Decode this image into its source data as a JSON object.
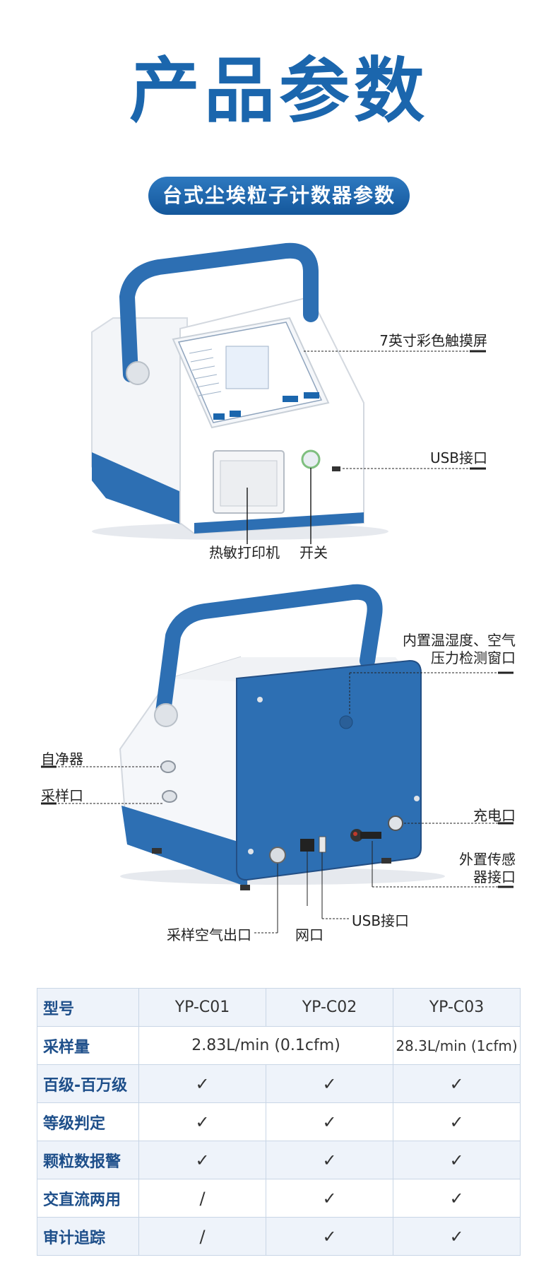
{
  "page_title": "产品参数",
  "subtitle": "台式尘埃粒子计数器参数",
  "front_labels": {
    "touchscreen": "7英寸彩色触摸屏",
    "usb": "USB接口",
    "printer": "热敏打印机",
    "power_switch": "开关"
  },
  "rear_labels": {
    "sensor_window_line1": "内置温湿度、空气",
    "sensor_window_line2": "压力检测窗口",
    "self_purifier": "自净器",
    "sampling_port": "采样口",
    "charge_port": "充电口",
    "ext_sensor_line1": "外置传感",
    "ext_sensor_line2": "器接口",
    "usb": "USB接口",
    "exhaust": "采样空气出口",
    "network": "网口"
  },
  "spec_table": {
    "header": {
      "label": "型号",
      "models": [
        "YP-C01",
        "YP-C02",
        "YP-C03"
      ]
    },
    "flow": {
      "label": "采样量",
      "c01_c02": "2.83L/min (0.1cfm)",
      "c03": "28.3L/min (1cfm)"
    },
    "rows": [
      {
        "label": "百级-百万级",
        "values": [
          "✓",
          "✓",
          "✓"
        ]
      },
      {
        "label": "等级判定",
        "values": [
          "✓",
          "✓",
          "✓"
        ]
      },
      {
        "label": "颗粒数报警",
        "values": [
          "✓",
          "✓",
          "✓"
        ]
      },
      {
        "label": "交直流两用",
        "values": [
          "/",
          "✓",
          "✓"
        ]
      },
      {
        "label": "审计追踪",
        "values": [
          "/",
          "✓",
          "✓"
        ]
      }
    ]
  },
  "colors": {
    "brand_blue": "#1b66ad",
    "panel_blue": "#2d6fb3",
    "table_border": "#c9d6e6"
  }
}
